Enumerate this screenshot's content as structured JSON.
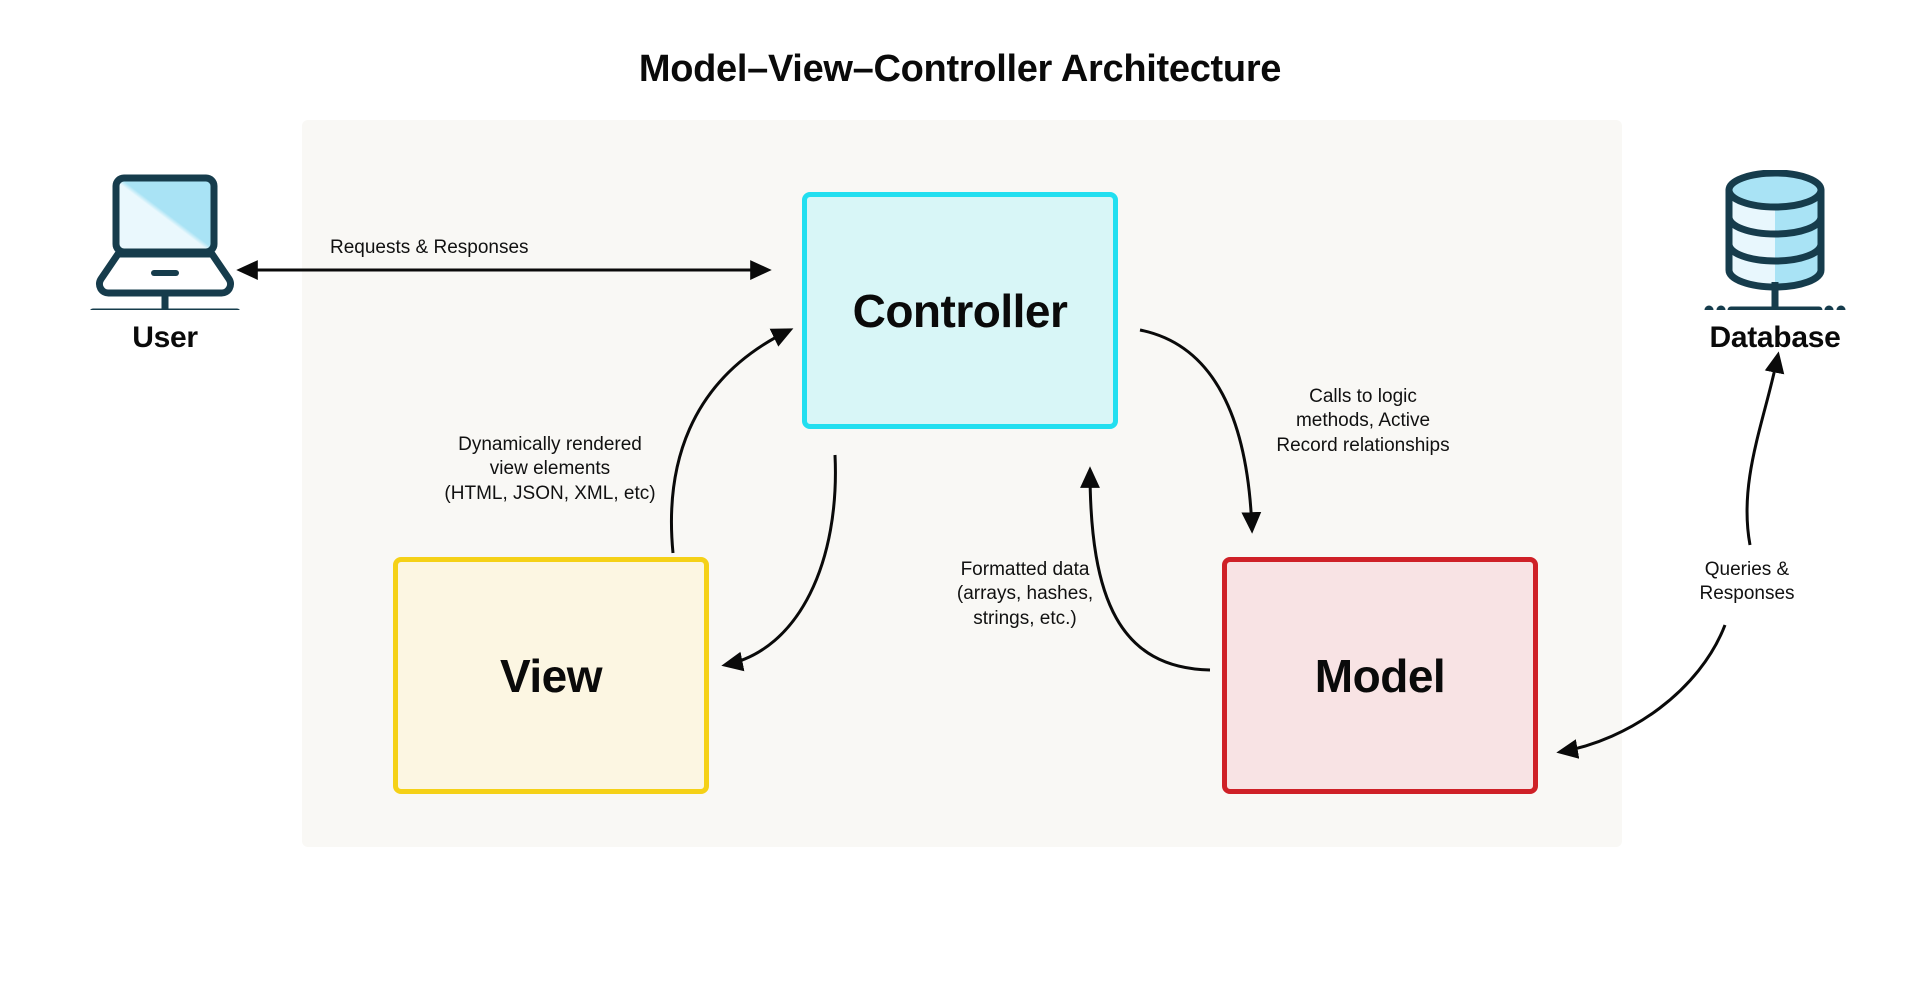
{
  "title": "Model–View–Controller Architecture",
  "nodes": {
    "controller": {
      "label": "Controller",
      "border_color": "#22dff0",
      "fill_color": "#d8f6f7"
    },
    "view": {
      "label": "View",
      "border_color": "#f5d117",
      "fill_color": "#fcf6e2"
    },
    "model": {
      "label": "Model",
      "border_color": "#cf2027",
      "fill_color": "#f8e3e4"
    }
  },
  "endpoints": {
    "user": {
      "label": "User",
      "icon": "laptop-icon"
    },
    "database": {
      "label": "Database",
      "icon": "database-cylinder-icon"
    }
  },
  "edges": {
    "user_controller": {
      "label": "Requests & Responses",
      "direction": "bidirectional"
    },
    "view_controller": {
      "label": "Dynamically  rendered\nview elements\n(HTML, JSON, XML, etc)",
      "direction": "view-to-controller"
    },
    "controller_model": {
      "label": "Calls to logic\nmethods, Active\nRecord relationships",
      "direction": "controller-to-model"
    },
    "model_controller": {
      "label": "Formatted data\n(arrays, hashes,\nstrings, etc.)",
      "direction": "model-to-controller"
    },
    "model_database": {
      "label": "Queries &\nResponses",
      "direction": "bidirectional"
    }
  },
  "edge_label_lines": {
    "requests": [
      "Requests & Responses"
    ],
    "dynamic": [
      "Dynamically  rendered",
      "view elements",
      "(HTML, JSON, XML, etc)"
    ],
    "calls": [
      "Calls to logic",
      "methods, Active",
      "Record relationships"
    ],
    "formatted": [
      "Formatted data",
      "(arrays, hashes,",
      "strings, etc.)"
    ],
    "queries": [
      "Queries &",
      "Responses"
    ]
  },
  "colors": {
    "panel_background": "#f9f8f5",
    "page_background": "#ffffff",
    "stroke": "#0a0a0a",
    "icon_outline": "#163c4c",
    "icon_fill_light": "#e8f7fd",
    "icon_fill_mid": "#a9e3f5"
  }
}
